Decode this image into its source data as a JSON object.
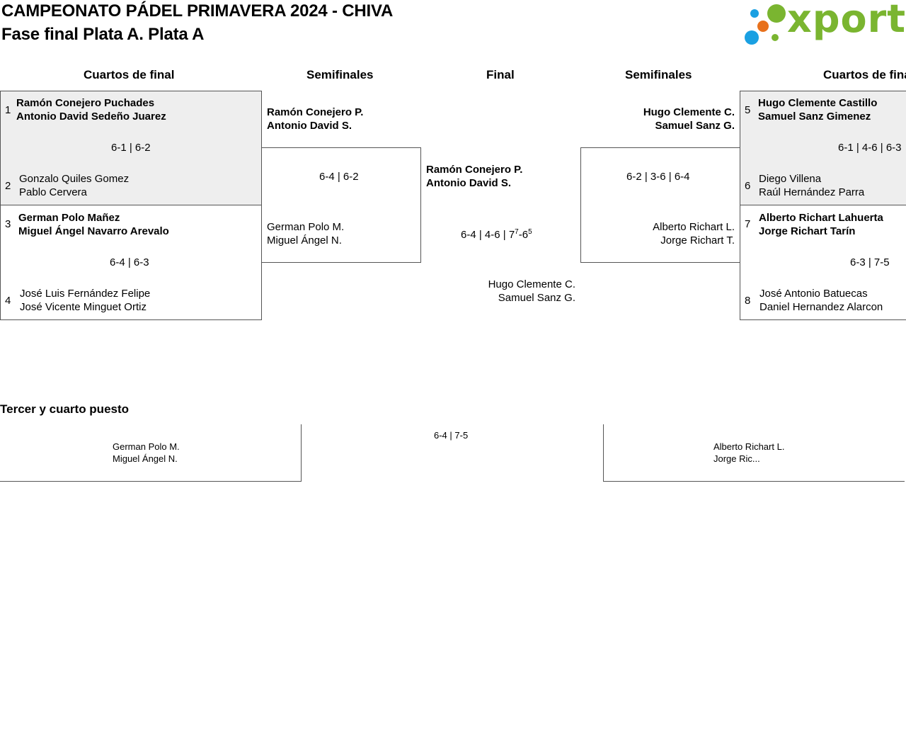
{
  "header": {
    "title": "CAMPEONATO PÁDEL PRIMAVERA 2024 - CHIVA",
    "subtitle": "Fase final Plata A. Plata A",
    "logo_text": "xporty",
    "logo_colors": [
      "#1aa0e2",
      "#e8711c",
      "#7ab530"
    ]
  },
  "rounds": {
    "left_quarters": "Cuartos de final",
    "left_semis": "Semifinales",
    "final": "Final",
    "right_semis": "Semifinales",
    "right_quarters": "Cuartos de final"
  },
  "quarters_left": [
    {
      "top": {
        "seed": "1",
        "p1": "Ramón Conejero Puchades",
        "p2": "Antonio David Sedeño Juarez"
      },
      "score": "6-1 | 6-2",
      "bottom": {
        "seed": "2",
        "p1": "Gonzalo Quiles Gomez",
        "p2": "Pablo Cervera"
      }
    },
    {
      "top": {
        "seed": "3",
        "p1": "German Polo Mañez",
        "p2": "Miguel Ángel Navarro Arevalo"
      },
      "score": "6-4 | 6-3",
      "bottom": {
        "seed": "4",
        "p1": "José Luis Fernández Felipe",
        "p2": "José Vicente Minguet Ortiz"
      }
    }
  ],
  "quarters_right": [
    {
      "top": {
        "seed": "5",
        "p1": "Hugo Clemente Castillo",
        "p2": "Samuel Sanz Gimenez"
      },
      "score": "6-1 | 4-6 | 6-3",
      "bottom": {
        "seed": "6",
        "p1": "Diego Villena",
        "p2": "Raúl Hernández Parra"
      }
    },
    {
      "top": {
        "seed": "7",
        "p1": "Alberto Richart Lahuerta",
        "p2": "Jorge Richart Tarín"
      },
      "score": "6-3 | 7-5",
      "bottom": {
        "seed": "8",
        "p1": "José Antonio Batuecas",
        "p2": "Daniel Hernandez Alarcon"
      }
    }
  ],
  "semi_left": {
    "top": {
      "p1": "Ramón Conejero P.",
      "p2": "Antonio David S."
    },
    "score": "6-4 | 6-2",
    "bottom": {
      "p1": "German Polo M.",
      "p2": "Miguel Ángel N."
    }
  },
  "semi_right": {
    "top": {
      "p1": "Hugo Clemente C.",
      "p2": "Samuel Sanz G."
    },
    "score": "6-2 | 3-6 | 6-4",
    "bottom": {
      "p1": "Alberto Richart L.",
      "p2": "Jorge Richart T."
    }
  },
  "final": {
    "top": {
      "p1": "Ramón Conejero P.",
      "p2": "Antonio David S."
    },
    "score_main": "6-4 | 4-6 | 7",
    "score_sup1": "7",
    "score_mid": "-6",
    "score_sup2": "5",
    "bottom": {
      "p1": "Hugo Clemente C.",
      "p2": "Samuel Sanz G."
    }
  },
  "third_place": {
    "heading": "Tercer y cuarto puesto",
    "score": "6-4 | 7-5",
    "left": {
      "p1": "German Polo M.",
      "p2": "Miguel Ángel N."
    },
    "right": {
      "p1": "Alberto Richart L.",
      "p2": "Jorge Ric..."
    }
  }
}
